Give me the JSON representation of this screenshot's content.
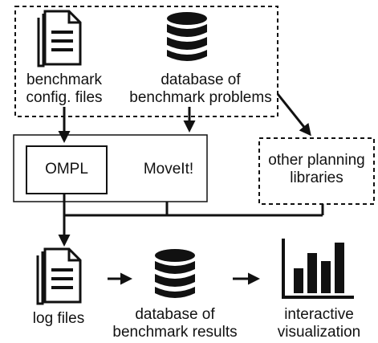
{
  "inputs": {
    "benchmark_config": [
      "benchmark",
      "config. files"
    ],
    "problem_db": [
      "database of",
      "benchmark problems"
    ]
  },
  "planners": {
    "ompl": "OMPL",
    "moveit": "MoveIt!",
    "other": [
      "other planning",
      "libraries"
    ]
  },
  "outputs": {
    "log_files": "log files",
    "results_db": [
      "database of",
      "benchmark results"
    ],
    "visualization": [
      "interactive",
      "visualization"
    ]
  },
  "icons": {
    "config_files": "document-icon",
    "problem_db": "database-icon",
    "log_files": "document-icon",
    "results_db": "database-icon",
    "visualization": "bar-chart-icon"
  }
}
